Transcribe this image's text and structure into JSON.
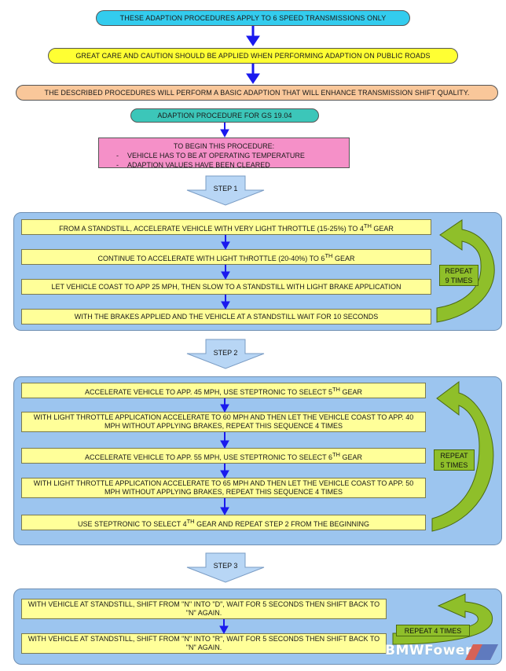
{
  "header": {
    "notice_1": "THESE ADAPTION PROCEDURES APPLY TO 6 SPEED TRANSMISSIONS ONLY",
    "notice_2": "GREAT CARE AND CAUTION SHOULD BE APPLIED WHEN PERFORMING ADAPTION ON PUBLIC ROADS",
    "notice_3": "THE DESCRIBED PROCEDURES WILL PERFORM A BASIC ADAPTION THAT WILL ENHANCE TRANSMISSION SHIFT QUALITY.",
    "procedure_title": "ADAPTION PROCEDURE FOR GS 19.04"
  },
  "prerequisites": {
    "heading": "TO BEGIN THIS PROCEDURE:",
    "items": [
      "VEHICLE HAS TO BE AT OPERATING TEMPERATURE",
      "ADAPTION VALUES HAVE BEEN CLEARED"
    ]
  },
  "step1": {
    "label": "STEP 1",
    "repeat": "REPEAT\n9 TIMES",
    "actions": [
      {
        "pre": "FROM A STANDSTILL, ACCELERATE VEHICLE WITH VERY LIGHT THROTTLE (15-25%) TO 4",
        "sup": "TH",
        "post": " GEAR"
      },
      {
        "pre": "CONTINUE TO ACCELERATE WITH LIGHT THROTTLE (20-40%) TO 6",
        "sup": "TH",
        "post": " GEAR"
      },
      {
        "pre": "LET VEHICLE COAST TO APP 25 MPH, THEN SLOW TO A STANDSTILL WITH LIGHT BRAKE APPLICATION",
        "sup": "",
        "post": ""
      },
      {
        "pre": "WITH THE BRAKES APPLIED AND THE VEHICLE AT A STANDSTILL WAIT FOR 10 SECONDS",
        "sup": "",
        "post": ""
      }
    ]
  },
  "step2": {
    "label": "STEP 2",
    "repeat": "REPEAT\n5 TIMES",
    "actions": [
      {
        "pre": "ACCELERATE VEHICLE TO APP. 45 MPH, USE STEPTRONIC TO SELECT 5",
        "sup": "TH",
        "post": " GEAR"
      },
      {
        "pre": "WITH LIGHT THROTTLE APPLICATION ACCELERATE TO 60 MPH AND THEN LET THE VEHICLE COAST TO APP. 40 MPH WITHOUT APPLYING BRAKES, REPEAT THIS SEQUENCE 4 TIMES",
        "sup": "",
        "post": ""
      },
      {
        "pre": "ACCELERATE VEHICLE TO APP. 55 MPH, USE STEPTRONIC TO SELECT 6",
        "sup": "TH",
        "post": " GEAR"
      },
      {
        "pre": "WITH LIGHT THROTTLE APPLICATION ACCELERATE TO 65 MPH AND THEN LET THE VEHICLE COAST TO APP. 50 MPH WITHOUT APPLYING BRAKES, REPEAT THIS SEQUENCE 4 TIMES",
        "sup": "",
        "post": ""
      },
      {
        "pre": "USE STEPTRONIC TO SELECT 4",
        "sup": "TH",
        "post": " GEAR AND REPEAT STEP 2 FROM THE BEGINNING"
      }
    ]
  },
  "step3": {
    "label": "STEP 3",
    "repeat": "REPEAT 4 TIMES",
    "actions": [
      {
        "pre": "WITH VEHICLE AT STANDSTILL, SHIFT FROM \"N\" INTO \"D\", WAIT FOR 5 SECONDS THEN SHIFT BACK TO \"N\" AGAIN.",
        "sup": "",
        "post": ""
      },
      {
        "pre": "WITH VEHICLE AT STANDSTILL, SHIFT FROM \"N\" INTO \"R\", WAIT FOR 5 SECONDS THEN SHIFT BACK TO \"N\" AGAIN.",
        "sup": "",
        "post": ""
      }
    ]
  },
  "watermark": "BMWFower",
  "colors": {
    "cyan": "#33ccee",
    "yellow": "#ffff33",
    "peach": "#f9c79a",
    "teal": "#3cc6b9",
    "pink": "#f590c8",
    "panel": "#9cc5ef",
    "action_box": "#ffff99",
    "repeat_green": "#8fbf2a",
    "arrow_blue": "#1a1aee",
    "step_arrow": "#b8d6f5"
  }
}
